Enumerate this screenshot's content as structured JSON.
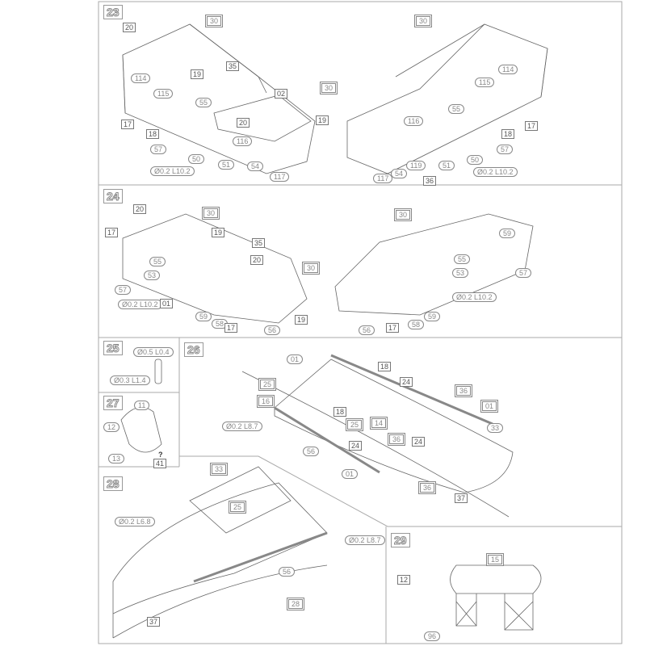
{
  "steps": [
    {
      "number": "23",
      "callouts": [
        {
          "text": "20",
          "kind": "box"
        },
        {
          "text": "30",
          "kind": "double"
        },
        {
          "text": "35",
          "kind": "box"
        },
        {
          "text": "19",
          "kind": "box"
        },
        {
          "text": "114",
          "kind": "oval"
        },
        {
          "text": "115",
          "kind": "oval"
        },
        {
          "text": "55",
          "kind": "oval"
        },
        {
          "text": "02",
          "kind": "box"
        },
        {
          "text": "30",
          "kind": "double"
        },
        {
          "text": "20",
          "kind": "box"
        },
        {
          "text": "19",
          "kind": "box"
        },
        {
          "text": "17",
          "kind": "box"
        },
        {
          "text": "18",
          "kind": "box"
        },
        {
          "text": "57",
          "kind": "oval"
        },
        {
          "text": "116",
          "kind": "oval"
        },
        {
          "text": "50",
          "kind": "oval"
        },
        {
          "text": "51",
          "kind": "oval"
        },
        {
          "text": "54",
          "kind": "oval"
        },
        {
          "text": "Ø0.2 L10.2",
          "kind": "oval"
        },
        {
          "text": "117",
          "kind": "oval"
        },
        {
          "text": "30",
          "kind": "double"
        },
        {
          "text": "114",
          "kind": "oval"
        },
        {
          "text": "115",
          "kind": "oval"
        },
        {
          "text": "55",
          "kind": "oval"
        },
        {
          "text": "116",
          "kind": "oval"
        },
        {
          "text": "17",
          "kind": "box"
        },
        {
          "text": "18",
          "kind": "box"
        },
        {
          "text": "57",
          "kind": "oval"
        },
        {
          "text": "50",
          "kind": "oval"
        },
        {
          "text": "51",
          "kind": "oval"
        },
        {
          "text": "119",
          "kind": "oval"
        },
        {
          "text": "54",
          "kind": "oval"
        },
        {
          "text": "117",
          "kind": "oval"
        },
        {
          "text": "36",
          "kind": "box"
        },
        {
          "text": "Ø0.2 L10.2",
          "kind": "oval"
        }
      ]
    },
    {
      "number": "24",
      "callouts": [
        {
          "text": "20",
          "kind": "box"
        },
        {
          "text": "30",
          "kind": "double"
        },
        {
          "text": "17",
          "kind": "box"
        },
        {
          "text": "19",
          "kind": "box"
        },
        {
          "text": "35",
          "kind": "box"
        },
        {
          "text": "55",
          "kind": "oval"
        },
        {
          "text": "53",
          "kind": "oval"
        },
        {
          "text": "20",
          "kind": "box"
        },
        {
          "text": "30",
          "kind": "double"
        },
        {
          "text": "57",
          "kind": "oval"
        },
        {
          "text": "Ø0.2 L10.2",
          "kind": "oval"
        },
        {
          "text": "01",
          "kind": "box"
        },
        {
          "text": "59",
          "kind": "oval"
        },
        {
          "text": "58",
          "kind": "oval"
        },
        {
          "text": "17",
          "kind": "box"
        },
        {
          "text": "56",
          "kind": "oval"
        },
        {
          "text": "19",
          "kind": "box"
        },
        {
          "text": "30",
          "kind": "double"
        },
        {
          "text": "59",
          "kind": "oval"
        },
        {
          "text": "55",
          "kind": "oval"
        },
        {
          "text": "53",
          "kind": "oval"
        },
        {
          "text": "57",
          "kind": "oval"
        },
        {
          "text": "Ø0.2 L10.2",
          "kind": "oval"
        },
        {
          "text": "56",
          "kind": "oval"
        },
        {
          "text": "17",
          "kind": "box"
        },
        {
          "text": "58",
          "kind": "oval"
        },
        {
          "text": "59",
          "kind": "oval"
        }
      ]
    },
    {
      "number": "25",
      "callouts": [
        {
          "text": "Ø0.5 L0.4",
          "kind": "oval"
        },
        {
          "text": "Ø0.3 L1.4",
          "kind": "oval"
        }
      ]
    },
    {
      "number": "26",
      "callouts": [
        {
          "text": "01",
          "kind": "oval"
        },
        {
          "text": "18",
          "kind": "box"
        },
        {
          "text": "24",
          "kind": "box"
        },
        {
          "text": "25",
          "kind": "double"
        },
        {
          "text": "16",
          "kind": "double"
        },
        {
          "text": "14",
          "kind": "double"
        },
        {
          "text": "25",
          "kind": "double"
        },
        {
          "text": "18",
          "kind": "box"
        },
        {
          "text": "36",
          "kind": "double"
        },
        {
          "text": "01",
          "kind": "double"
        },
        {
          "text": "33",
          "kind": "oval"
        },
        {
          "text": "Ø0.2 L8.7",
          "kind": "oval"
        },
        {
          "text": "24",
          "kind": "box"
        },
        {
          "text": "24",
          "kind": "box"
        },
        {
          "text": "36",
          "kind": "double"
        },
        {
          "text": "56",
          "kind": "oval"
        },
        {
          "text": "01",
          "kind": "oval"
        },
        {
          "text": "36",
          "kind": "double"
        },
        {
          "text": "37",
          "kind": "box"
        }
      ]
    },
    {
      "number": "27",
      "callouts": [
        {
          "text": "11",
          "kind": "oval"
        },
        {
          "text": "12",
          "kind": "oval"
        },
        {
          "text": "13",
          "kind": "oval"
        },
        {
          "text": "?",
          "kind": "q"
        },
        {
          "text": "41",
          "kind": "box"
        }
      ]
    },
    {
      "number": "28",
      "callouts": [
        {
          "text": "33",
          "kind": "double"
        },
        {
          "text": "25",
          "kind": "double"
        },
        {
          "text": "Ø0.2 L6.8",
          "kind": "oval"
        },
        {
          "text": "Ø0.2 L8.7",
          "kind": "oval"
        },
        {
          "text": "56",
          "kind": "oval"
        },
        {
          "text": "28",
          "kind": "double"
        },
        {
          "text": "37",
          "kind": "box"
        }
      ]
    },
    {
      "number": "29",
      "callouts": [
        {
          "text": "15",
          "kind": "double"
        },
        {
          "text": "12",
          "kind": "box"
        },
        {
          "text": "96",
          "kind": "oval"
        }
      ]
    }
  ]
}
